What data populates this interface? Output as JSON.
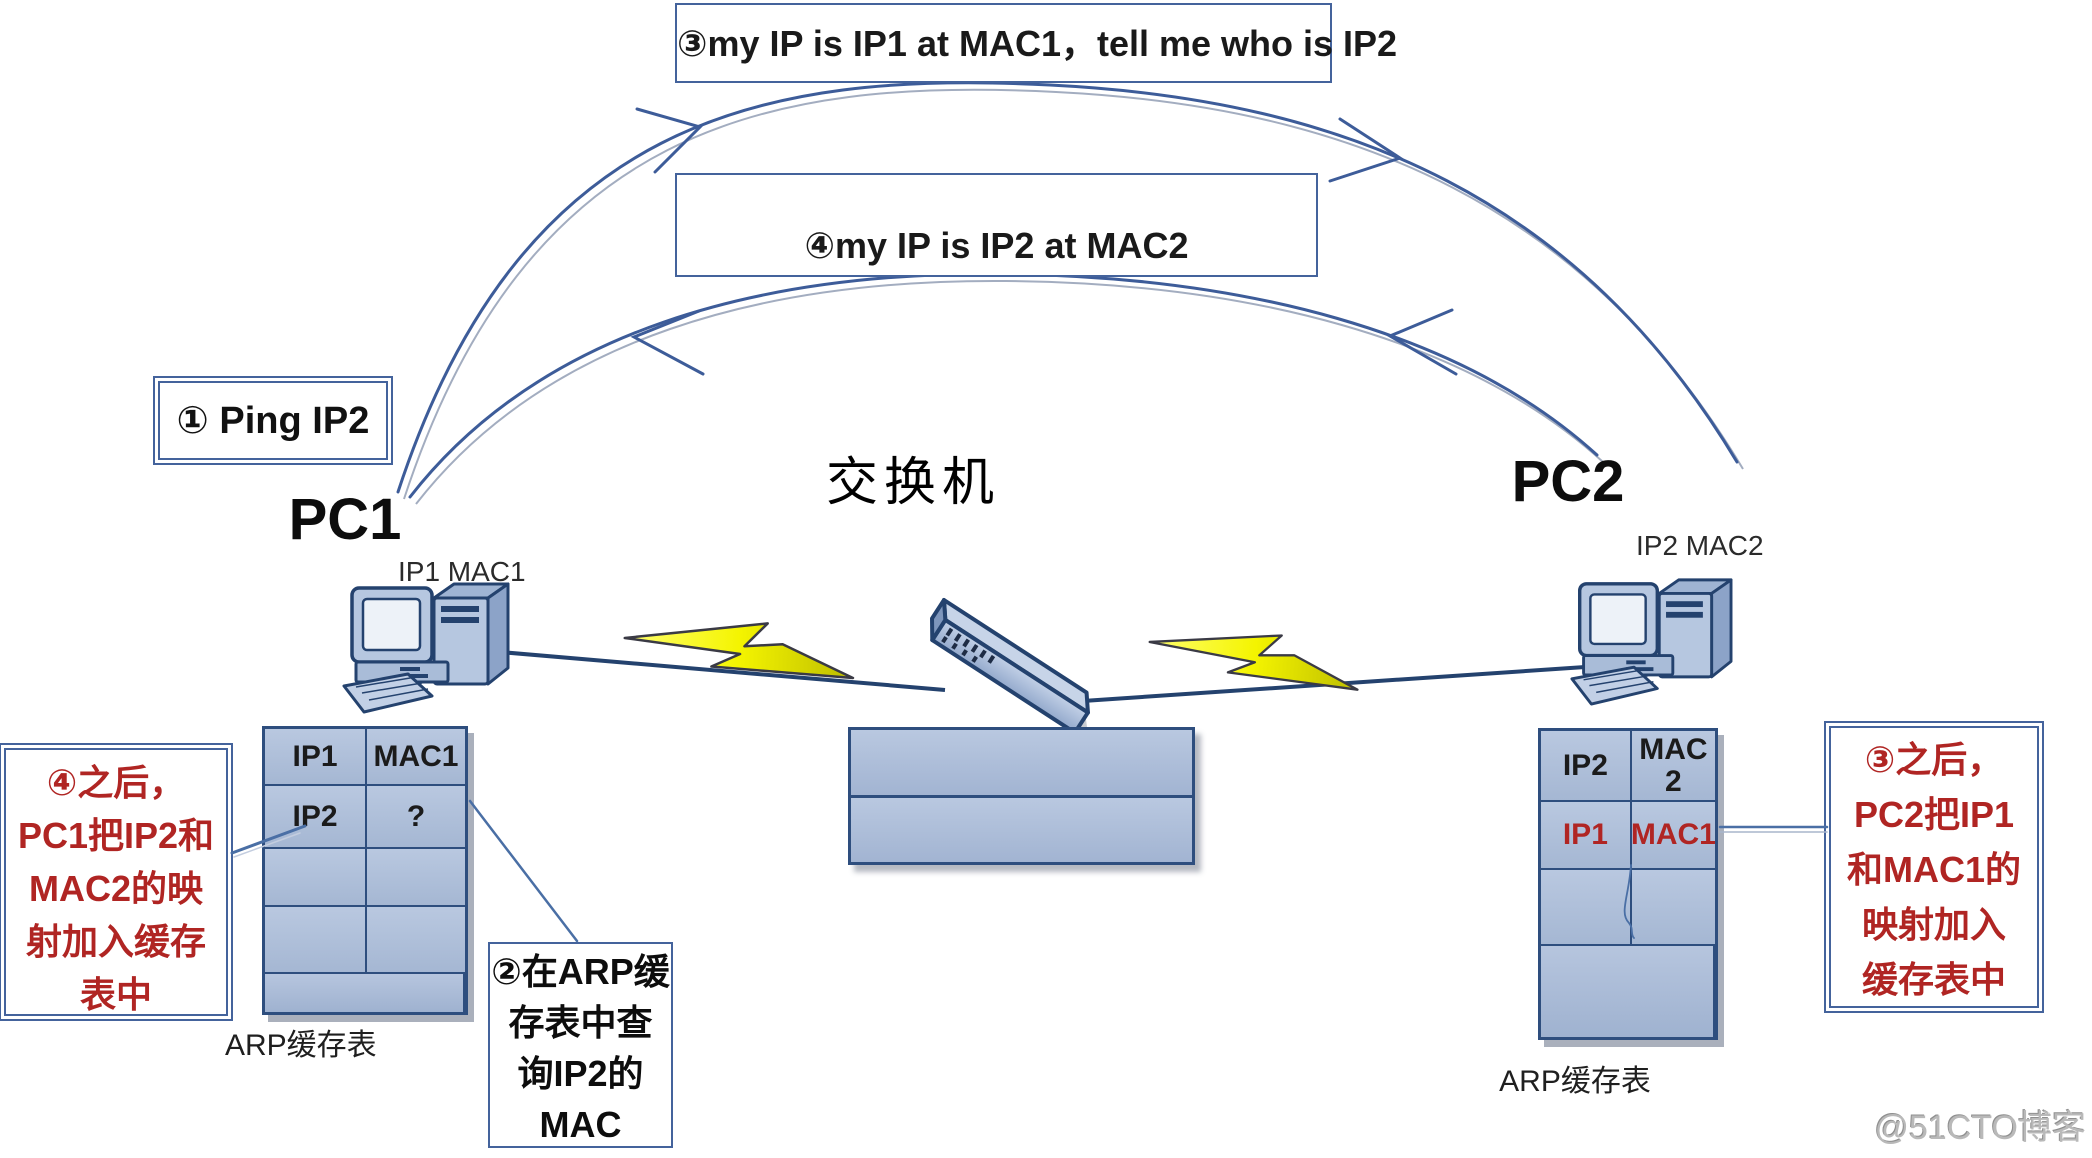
{
  "callouts": {
    "step1": "① Ping IP2",
    "step2_lines": [
      "②在ARP缓",
      "存表中查",
      "询IP2的",
      "MAC"
    ],
    "step3_message": "③my IP is IP1 at MAC1，tell me who is IP2",
    "step4_message": "④my IP is IP2 at MAC2",
    "note_after4_lines": [
      "④之后，",
      "PC1把IP2和",
      "MAC2的映",
      "射加入缓存",
      "表中"
    ],
    "note_after3_lines": [
      "③之后，",
      "PC2把IP1",
      "和MAC1的",
      "映射加入",
      "缓存表中"
    ]
  },
  "devices": {
    "pc1": {
      "name": "PC1",
      "address": "IP1 MAC1"
    },
    "pc2": {
      "name": "PC2",
      "address": "IP2 MAC2"
    },
    "switch": {
      "name": "交换机"
    }
  },
  "arp_tables": {
    "pc1": {
      "caption": "ARP缓存表",
      "rows": [
        [
          "IP1",
          "MAC1"
        ],
        [
          "IP2",
          "?"
        ],
        [
          "",
          ""
        ],
        [
          "",
          ""
        ]
      ]
    },
    "pc2": {
      "caption": "ARP缓存表",
      "rows": [
        [
          "IP2",
          "MAC 2"
        ],
        [
          "IP1",
          "MAC1"
        ],
        [
          "",
          ""
        ]
      ],
      "highlighted_row": "IP1 / MAC1"
    }
  },
  "watermark": "@51CTO博客",
  "colors": {
    "box_border": "#44639C",
    "table_border": "#2E4E7E",
    "table_fill": "#AFC0DA",
    "note_red": "#B02523",
    "bolt_yellow": "#F2F200",
    "arc_blue": "#3D5C99"
  }
}
